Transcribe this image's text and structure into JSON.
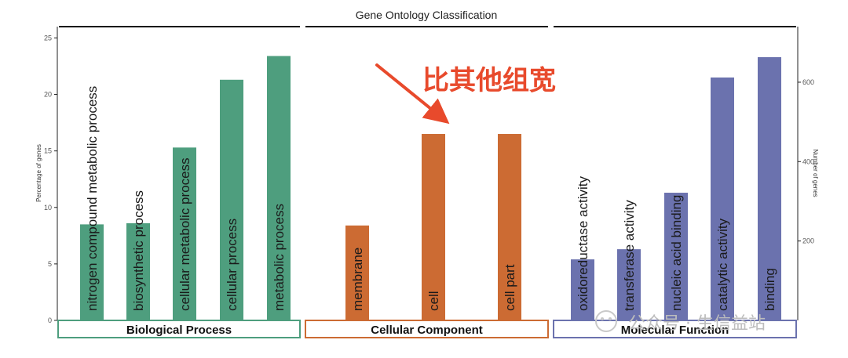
{
  "chart_data": {
    "type": "bar",
    "title": "Gene Ontology Classification",
    "ylabel": "Percentage of genes",
    "y2label": "Number of genes",
    "ylim": [
      0,
      26
    ],
    "yticks": [
      0,
      5,
      10,
      15,
      20,
      25
    ],
    "y2lim": [
      0,
      740
    ],
    "y2ticks": [
      200,
      400,
      600
    ],
    "groups": [
      {
        "name": "Biological Process",
        "color": "#4e9e7e",
        "categories": [
          "nitrogen compound metabolic process",
          "biosynthetic process",
          "cellular metabolic process",
          "cellular process",
          "metabolic process"
        ],
        "values": [
          8.5,
          8.6,
          15.3,
          21.3,
          23.4
        ]
      },
      {
        "name": "Cellular Component",
        "color": "#cc6b33",
        "categories": [
          "membrane",
          "cell",
          "cell part"
        ],
        "values": [
          8.4,
          16.5,
          16.5
        ]
      },
      {
        "name": "Molecular Function",
        "color": "#6b72ae",
        "categories": [
          "oxidoreductase activity",
          "transferase activity",
          "nucleic acid binding",
          "catalytic activity",
          "binding"
        ],
        "values": [
          5.4,
          6.3,
          11.3,
          21.5,
          23.3
        ]
      }
    ],
    "grid": false,
    "legend": "none"
  },
  "annotation": {
    "text": "比其他组宽",
    "color": "#e84a2c"
  },
  "watermark": {
    "text": "公众号 · 生信益站"
  }
}
